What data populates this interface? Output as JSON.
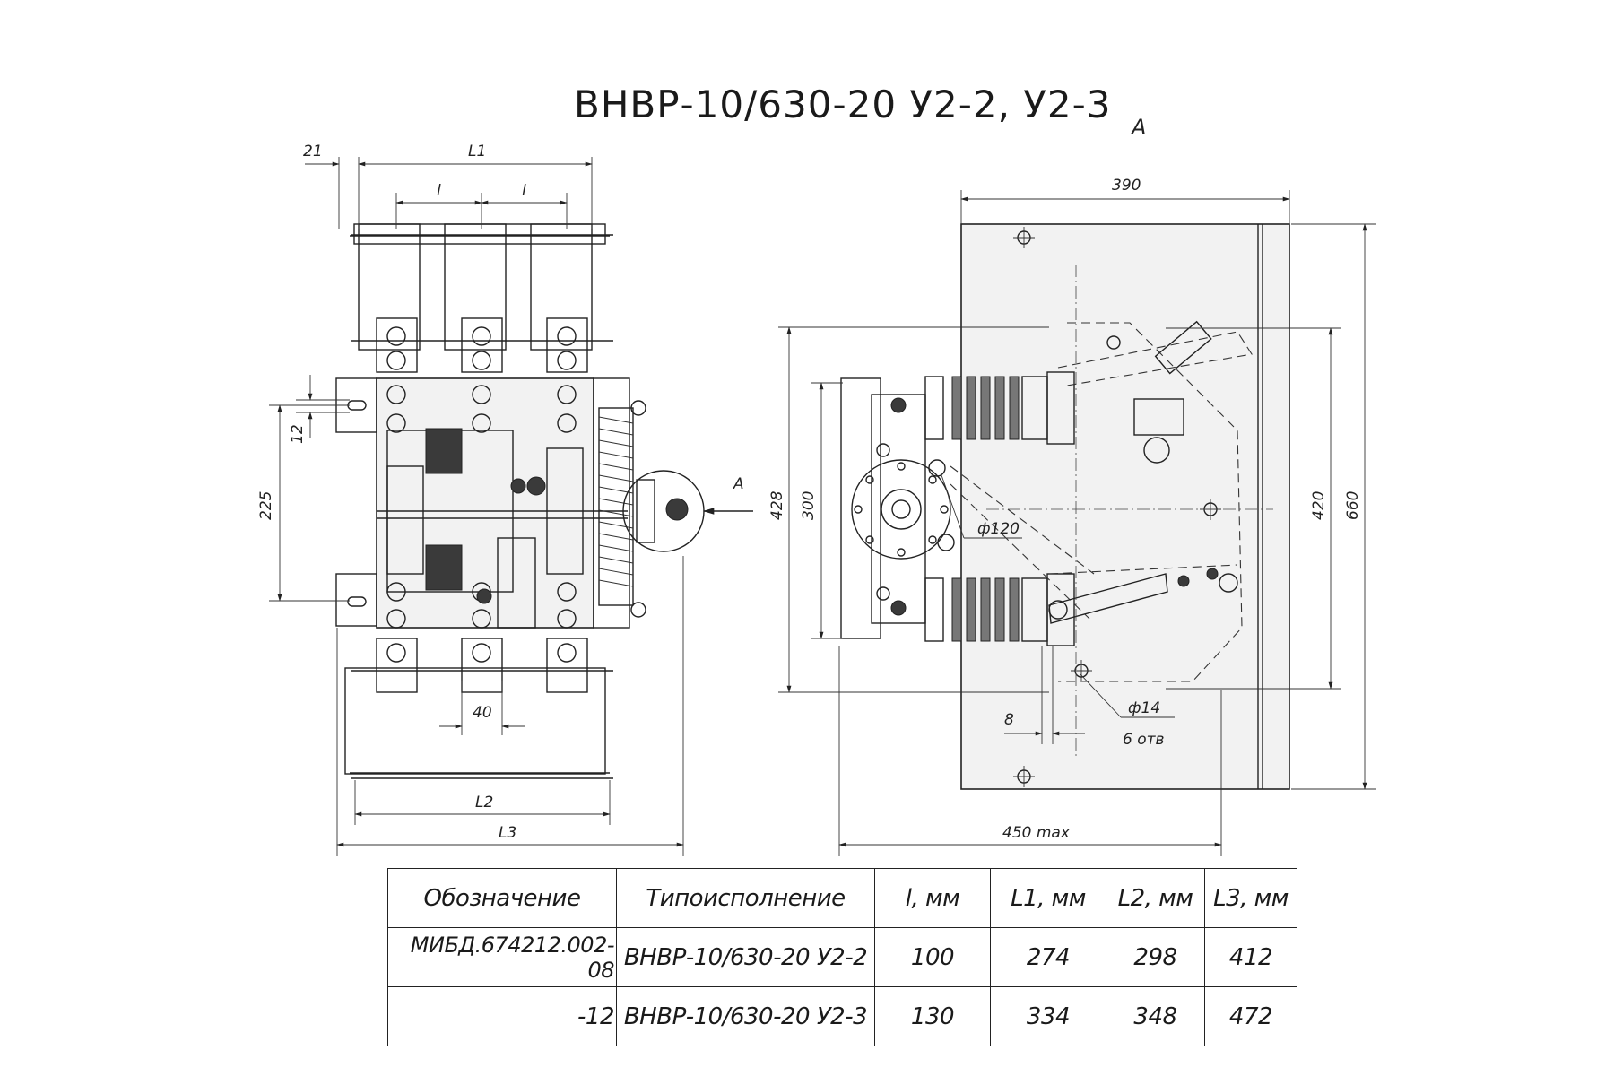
{
  "drawing": {
    "title": "ВНВР-10/630-20 У2-2, У2-3",
    "view_label": "А",
    "arrow_label": "А",
    "front_view_dims": {
      "d21": "21",
      "dL1": "L1",
      "dl_a": "l",
      "dl_b": "l",
      "d12": "12",
      "d225": "225",
      "d40": "40",
      "dL2": "L2",
      "dL3": "L3"
    },
    "side_view_dims": {
      "d390": "390",
      "d428": "428",
      "d300": "300",
      "d420": "420",
      "d660": "660",
      "d120": "ф120",
      "d8": "8",
      "d14": "ф14",
      "holes": "6 отв",
      "d450": "450 max"
    }
  },
  "spec_table": {
    "headers": [
      "Обозначение",
      "Типоисполнение",
      "l, мм",
      "L1, мм",
      "L2, мм",
      "L3, мм"
    ],
    "rows": [
      [
        "МИБД.674212.002-08",
        "ВНВР-10/630-20 У2-2",
        "100",
        "274",
        "298",
        "412"
      ],
      [
        "-12",
        "ВНВР-10/630-20 У2-3",
        "130",
        "334",
        "348",
        "472"
      ]
    ]
  }
}
